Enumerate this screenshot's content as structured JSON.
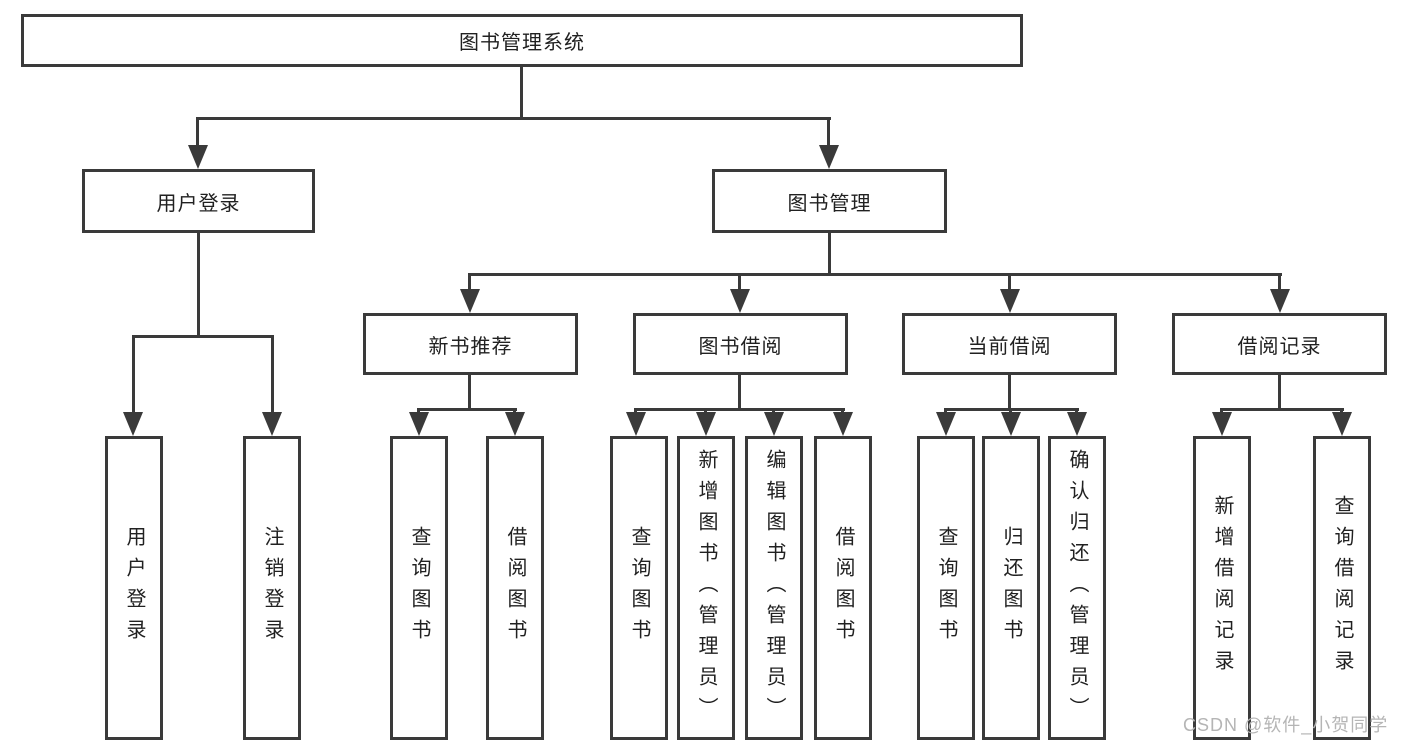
{
  "colors": {
    "line": "#3a3a3a",
    "text": "#212121",
    "watermark": "#b5b5b5",
    "background": "#ffffff"
  },
  "tree": {
    "root": {
      "label": "图书管理系统"
    },
    "branches": [
      {
        "label": "用户登录",
        "children": [
          {
            "label": "用户登录"
          },
          {
            "label": "注销登录"
          }
        ]
      },
      {
        "label": "图书管理",
        "children": [
          {
            "label": "新书推荐",
            "children": [
              {
                "label": "查询图书"
              },
              {
                "label": "借阅图书"
              }
            ]
          },
          {
            "label": "图书借阅",
            "children": [
              {
                "label": "查询图书"
              },
              {
                "label": "新增图书（管理员）"
              },
              {
                "label": "编辑图书（管理员）"
              },
              {
                "label": "借阅图书"
              }
            ]
          },
          {
            "label": "当前借阅",
            "children": [
              {
                "label": "查询图书"
              },
              {
                "label": "归还图书"
              },
              {
                "label": "确认归还（管理员）"
              }
            ]
          },
          {
            "label": "借阅记录",
            "children": [
              {
                "label": "新增借阅记录"
              },
              {
                "label": "查询借阅记录"
              }
            ]
          }
        ]
      }
    ]
  },
  "watermark": {
    "text": "CSDN @软件_小贺同学"
  }
}
